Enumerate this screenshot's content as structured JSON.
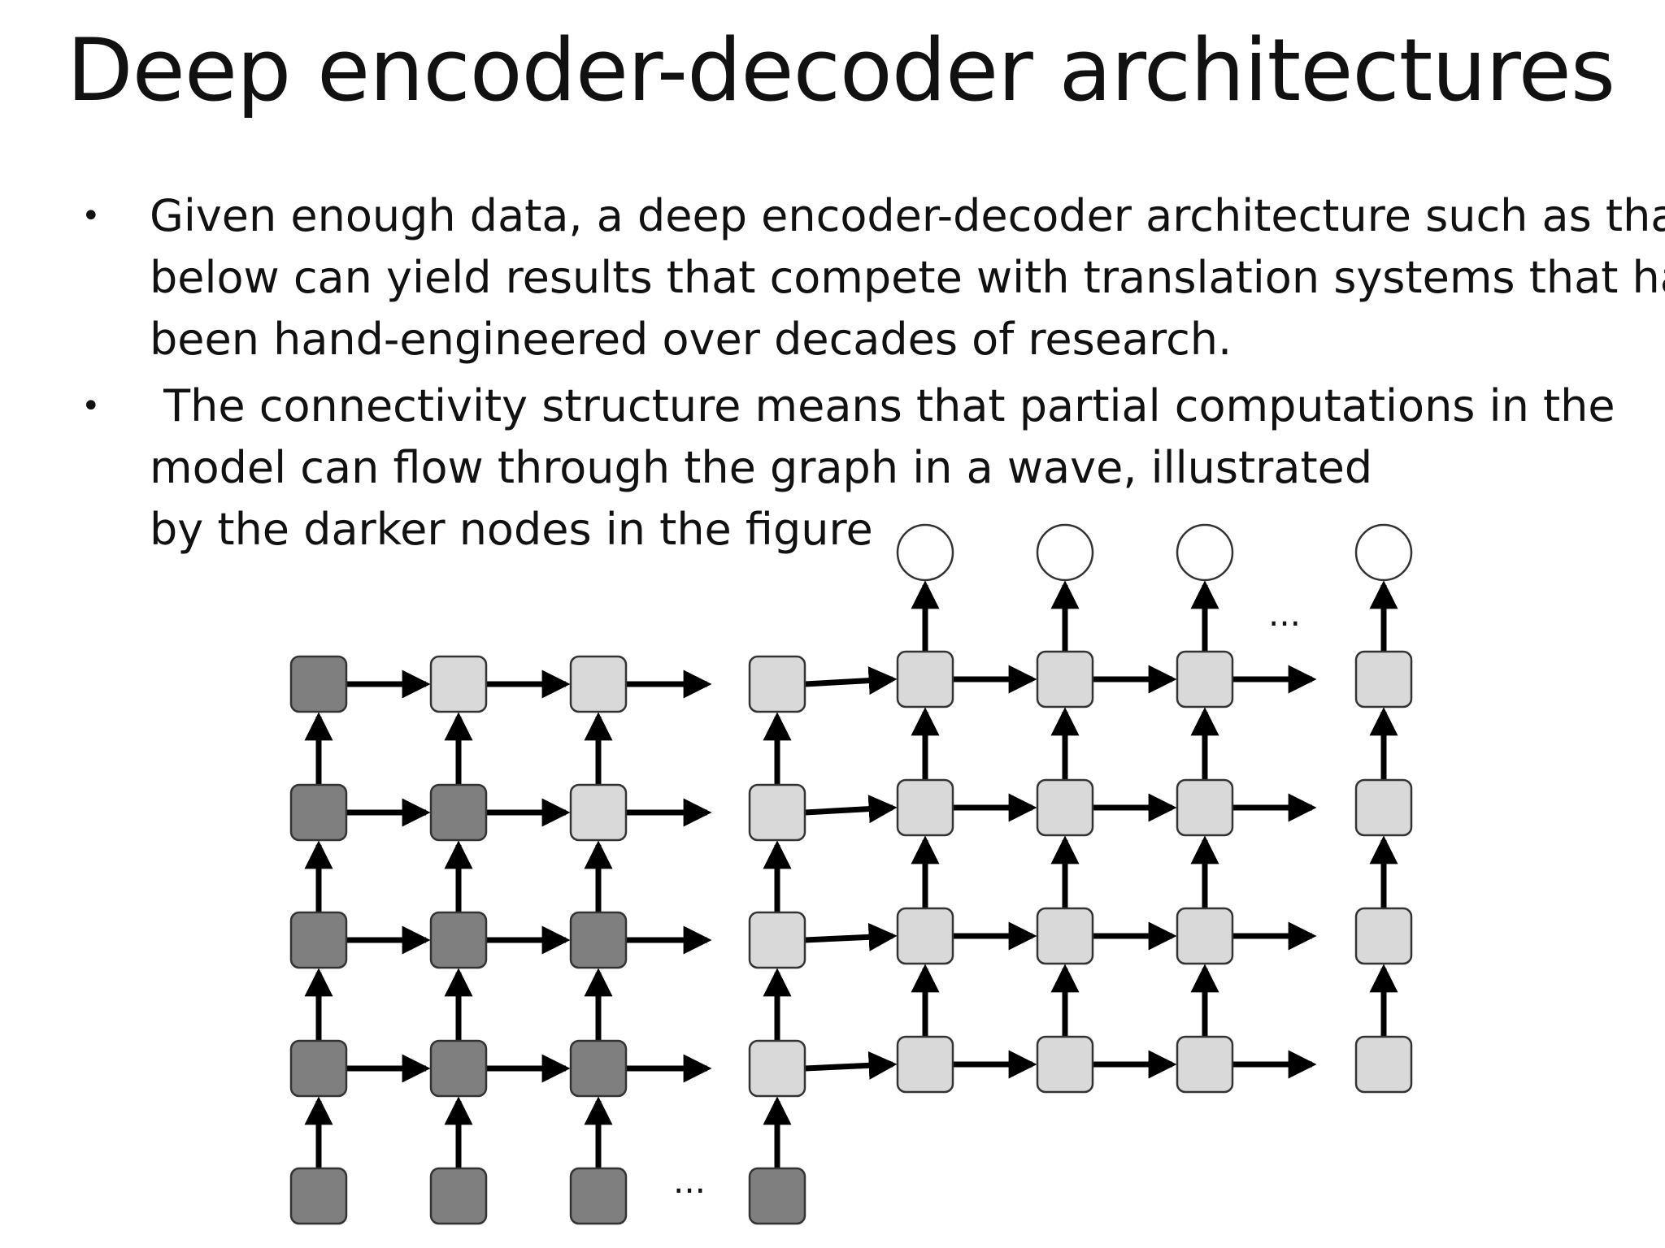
{
  "slide": {
    "title": "Deep encoder-decoder architectures",
    "bullets": [
      {
        "lines": [
          "Given enough data, a deep encoder-decoder architecture such as that",
          "below can yield results that compete with translation systems that have",
          "been hand-engineered over decades of research."
        ]
      },
      {
        "lines": [
          " The connectivity structure means that partial computations in the",
          "model can flow through the graph in a wave, illustrated",
          "by the darker nodes in the figure"
        ]
      }
    ]
  },
  "diagram": {
    "ellipsis": "...",
    "colors": {
      "dark_node": "#7f7f7f",
      "light_node": "#d9d9d9",
      "output_node": "#ffffff",
      "stroke": "#000000"
    },
    "encoder": {
      "dark_nodes": [
        [
          1,
          0,
          0
        ],
        [
          1,
          1,
          0
        ],
        [
          1,
          1,
          1
        ],
        [
          1,
          1,
          1
        ]
      ]
    }
  }
}
